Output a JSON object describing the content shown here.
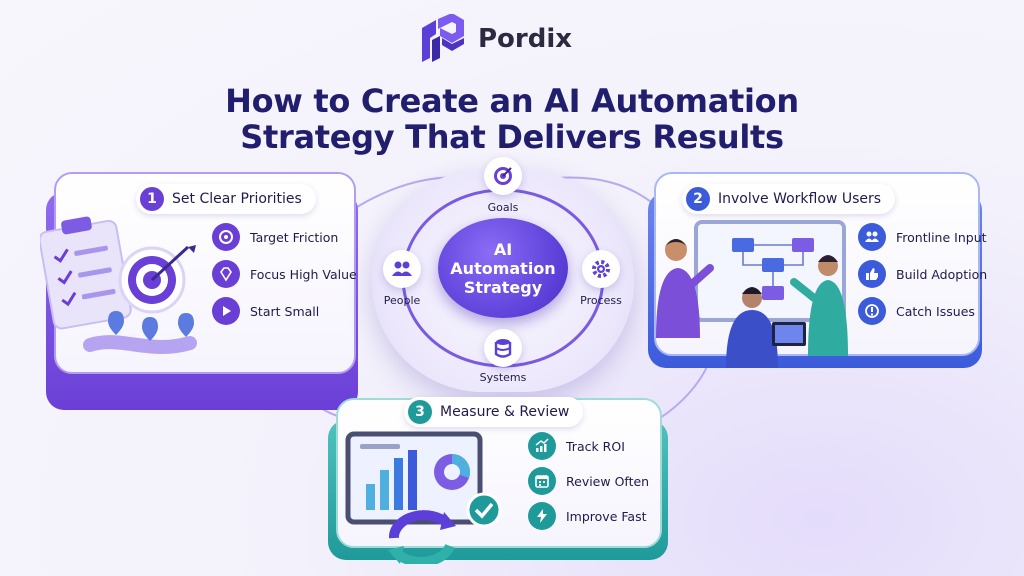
{
  "brand": {
    "name": "Pordix"
  },
  "title": {
    "line1": "How to Create an AI Automation",
    "line2": "Strategy That Delivers Results"
  },
  "hub": {
    "center_line1": "AI",
    "center_line2": "Automation",
    "center_line3": "Strategy",
    "nodes": {
      "goals": "Goals",
      "people": "People",
      "process": "Process",
      "systems": "Systems"
    }
  },
  "step1": {
    "number": "1",
    "title": "Set Clear Priorities",
    "items": [
      "Target Friction",
      "Focus High Value",
      "Start Small"
    ],
    "icons": [
      "target-icon",
      "diamond-icon",
      "play-icon"
    ]
  },
  "step2": {
    "number": "2",
    "title": "Involve Workflow Users",
    "items": [
      "Frontline Input",
      "Build Adoption",
      "Catch Issues"
    ],
    "icons": [
      "users-icon",
      "thumbs-up-icon",
      "alert-icon"
    ]
  },
  "step3": {
    "number": "3",
    "title": "Measure & Review",
    "items": [
      "Track ROI",
      "Review Often",
      "Improve Fast"
    ],
    "icons": [
      "chart-up-icon",
      "calendar-icon",
      "lightning-icon"
    ]
  },
  "colors": {
    "step1": "#6a3fd6",
    "step2": "#3b5bdb",
    "step3": "#1f9a9a",
    "title": "#221e6e",
    "hub": "#5b3fd8"
  }
}
